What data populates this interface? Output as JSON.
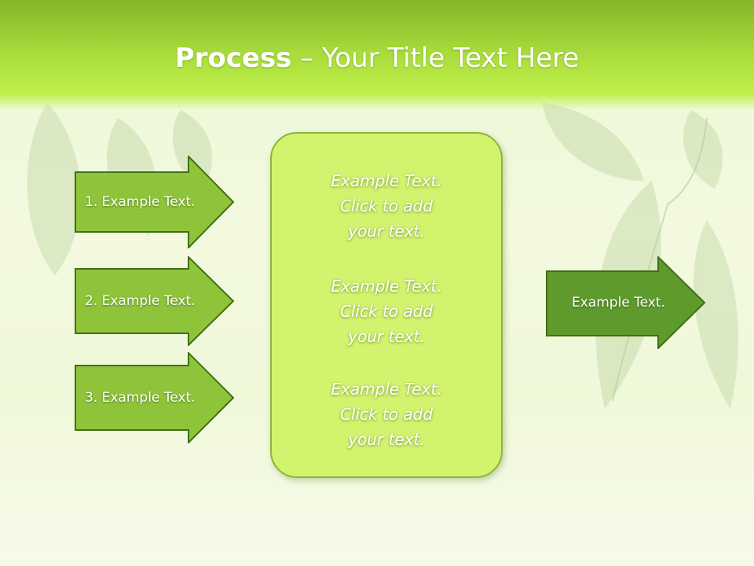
{
  "slide": {
    "title_bold": "Process",
    "title_rest": " – Your Title Text Here"
  },
  "left_arrows": [
    {
      "label": "1. Example Text."
    },
    {
      "label": "2. Example Text."
    },
    {
      "label": "3. Example Text."
    }
  ],
  "center_box": {
    "paragraphs": [
      "Example Text.\nClick  to add\nyour text.",
      "Example Text.\nClick  to add\nyour text.",
      "Example Text.\nClick  to add\nyour text."
    ]
  },
  "right_arrow": {
    "label": "Example Text."
  },
  "colors": {
    "arrow_light": "#8fc43a",
    "arrow_dark": "#5e9a2c",
    "arrow_border": "#3f6f14",
    "box_fill": "#d2f36e",
    "header": "#a6d93a"
  }
}
